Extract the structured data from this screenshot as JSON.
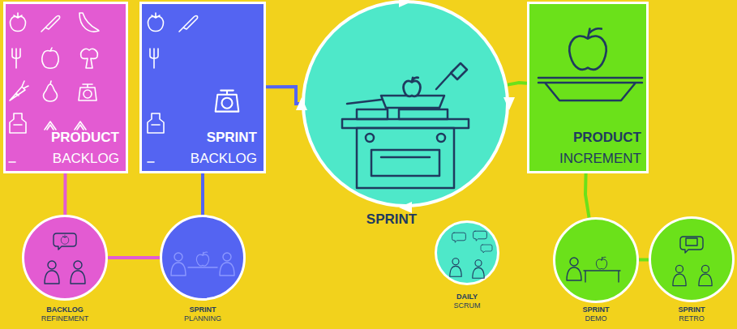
{
  "diagram": {
    "nodes": [
      {
        "text": [
          "PRODUCT",
          "BACKLOG"
        ]
      },
      {
        "text": [
          "SPRINT",
          "BACKLOG"
        ]
      },
      {
        "text": [
          "SPRINT"
        ]
      },
      {
        "text": [
          "PRODUCT",
          "INCREMENT"
        ]
      },
      {
        "text": [
          "BACKLOG",
          "REFINEMENT"
        ]
      },
      {
        "text": [
          "SPRINT",
          "PLANNING"
        ]
      },
      {
        "text": [
          "DAILY",
          "SCRUM"
        ]
      },
      {
        "text": [
          "SPRINT",
          "DEMO"
        ]
      },
      {
        "text": [
          "SPRINT",
          "RETRO"
        ]
      }
    ],
    "edges": [
      {
        "from": 0,
        "to": 4,
        "arrow": "none"
      },
      {
        "from": 4,
        "to": 5,
        "arrow": "none"
      },
      {
        "from": 5,
        "to": 1,
        "arrow": "none"
      },
      {
        "from": 1,
        "to": 2,
        "arrow": "none"
      },
      {
        "from": 2,
        "to": 3,
        "arrow": "none"
      },
      {
        "from": 3,
        "to": 7,
        "arrow": "none"
      },
      {
        "from": 7,
        "to": 8,
        "arrow": "none"
      }
    ]
  }
}
